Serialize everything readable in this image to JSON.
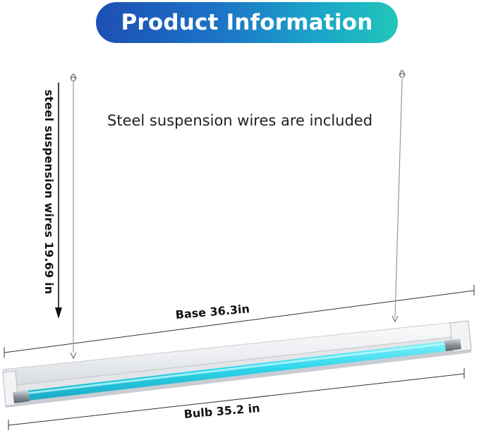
{
  "banner": {
    "title": "Product Information"
  },
  "caption": {
    "wires_included": "Steel suspension wires are included"
  },
  "dimensions": {
    "wire_length": "steel suspension wires 19.69 in",
    "base_length": "Base 36.3in",
    "bulb_length": "Bulb 35.2 in"
  },
  "colors": {
    "banner_start": "#1d4fb3",
    "banner_end": "#22c6b8",
    "bulb_glow": "#27d4e8",
    "fixture_white": "#f1f1f3"
  },
  "icons": [
    "hanging-hook-icon",
    "arrow-down-icon",
    "dimension-line-icon"
  ]
}
